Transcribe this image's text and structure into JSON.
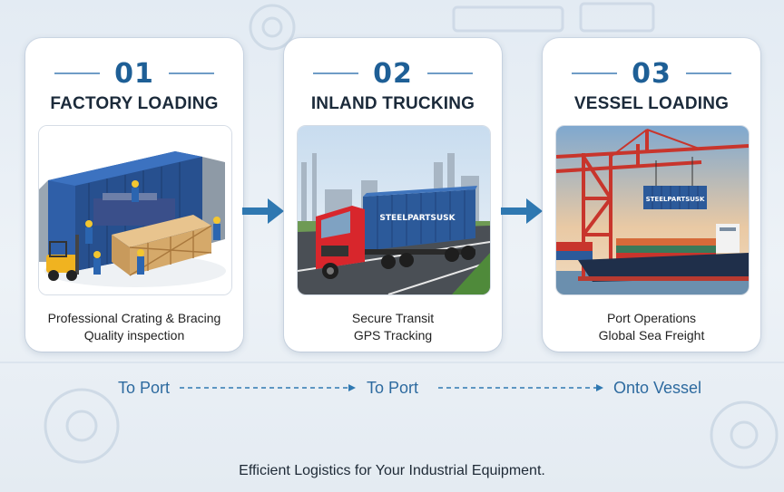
{
  "steps": [
    {
      "number": "01",
      "title": "FACTORY LOADING",
      "desc_line1": "Professional Crating & Bracing",
      "desc_line2": "Quality inspection"
    },
    {
      "number": "02",
      "title": "INLAND TRUCKING",
      "desc_line1": "Secure Transit",
      "desc_line2": "GPS Tracking",
      "container_text": "STEELPARTSUSK"
    },
    {
      "number": "03",
      "title": "VESSEL LOADING",
      "desc_line1": "Port Operations",
      "desc_line2": "Global Sea Freight",
      "container_text": "STEELPARTSUSK"
    }
  ],
  "flow": [
    {
      "label": "To Port"
    },
    {
      "label": "To Port"
    },
    {
      "label": "Onto Vessel"
    }
  ],
  "footer": "Efficient Logistics for Your Industrial Equipment.",
  "colors": {
    "accent": "#1e5f96",
    "arrow": "#2f78b1",
    "line": "#6f9cc6"
  }
}
